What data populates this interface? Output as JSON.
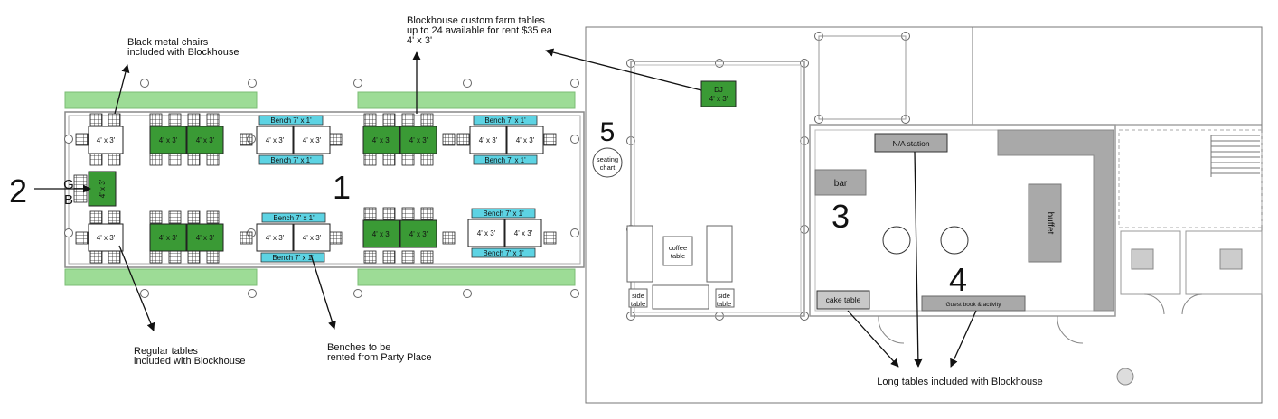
{
  "notes": {
    "farm_tables": [
      "Blockhouse custom farm tables",
      "up to 24 available for rent $35 ea",
      "4' x 3'"
    ],
    "metal_chairs": [
      "Black metal chairs",
      "included with Blockhouse"
    ],
    "regular_tables": [
      "Regular tables",
      "included with Blockhouse"
    ],
    "benches": [
      "Benches to be",
      "rented from Party Place"
    ],
    "long_tables": "Long tables included with Blockhouse"
  },
  "zones": {
    "z1": "1",
    "z2": "2",
    "z3": "3",
    "z4": "4",
    "z5": "5"
  },
  "table_size": "4' x 3'",
  "bench_size": "Bench 7' x 1'",
  "gb": {
    "g": "G",
    "b": "B"
  },
  "dj": {
    "line1": "DJ",
    "line2": "4' x 3'"
  },
  "seating_chart": {
    "line1": "seating",
    "line2": "chart"
  },
  "coffee_table": {
    "line1": "coffee",
    "line2": "table"
  },
  "side_table": {
    "line1": "side",
    "line2": "table"
  },
  "stations": {
    "na_station": "N/A station",
    "bar": "bar",
    "buffet": "buffet",
    "cake_table": "cake table",
    "guest_book": "Guest book & activity"
  },
  "colors": {
    "farm_green": "#3a9a35",
    "lawn_green": "#9ddc96",
    "bench_cyan": "#5dd3e3",
    "station_gray": "#a9a9a9"
  }
}
